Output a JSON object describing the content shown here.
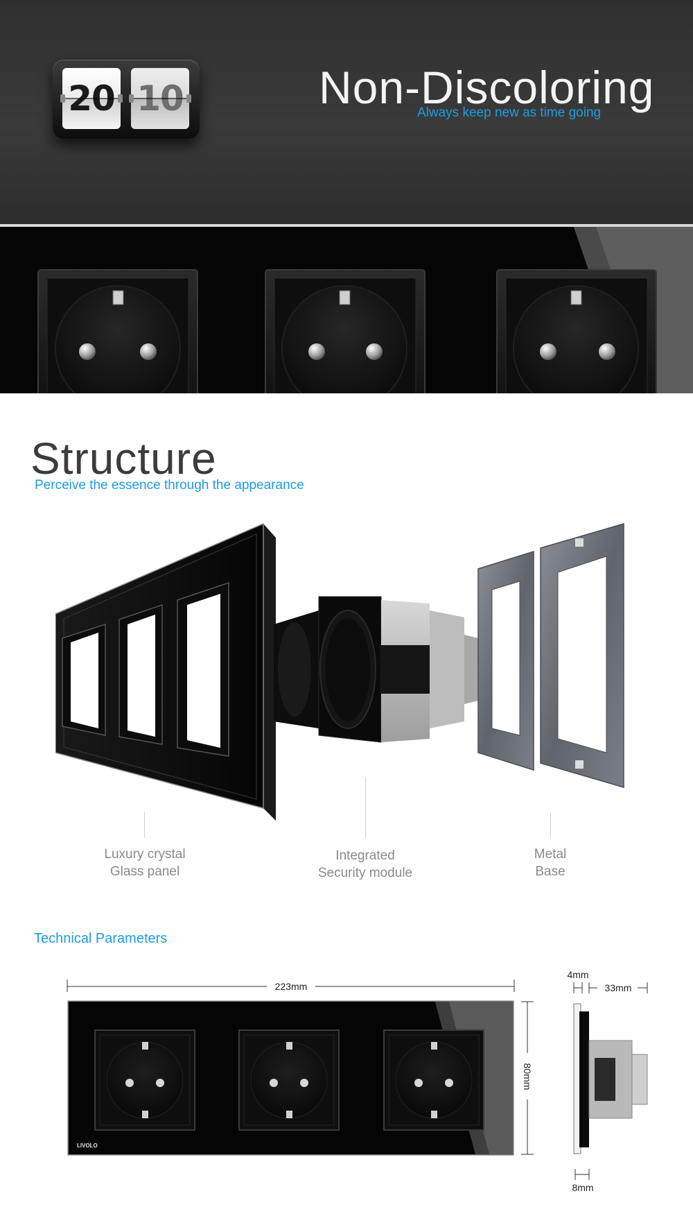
{
  "banner": {
    "title": "Non-Discoloring",
    "subtitle": "Always keep new as time going",
    "flip_clock": {
      "hours": "20",
      "minutes": "10"
    }
  },
  "structure": {
    "title": "Structure",
    "subtitle": "Perceive the essence  through the appearance",
    "parts": [
      {
        "line1": "Luxury crystal",
        "line2": "Glass panel"
      },
      {
        "line1": "Integrated",
        "line2": "Security module"
      },
      {
        "line1": "Metal",
        "line2": "Base"
      }
    ]
  },
  "technical": {
    "title": "Technical Parameters",
    "width_label": "223mm",
    "height_label": "80mm",
    "glass_label": "4mm",
    "depth_label": "33mm",
    "frame_label": "8mm",
    "brand": "LIVOLO"
  },
  "colors": {
    "accent": "#1d9be3",
    "panel": "#050505",
    "banner_bg": "#333333",
    "label_gray": "#8a8a8a"
  }
}
